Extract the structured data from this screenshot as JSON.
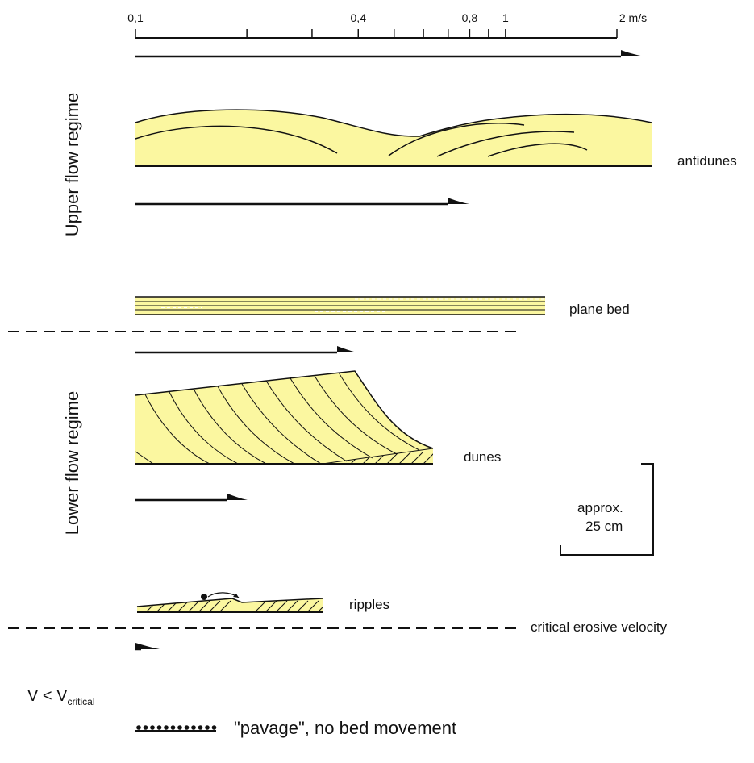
{
  "velocity_scale": {
    "unit": "m/s",
    "ticks": [
      {
        "value": 0.1,
        "label": "0,1"
      },
      {
        "value": 0.2,
        "label": ""
      },
      {
        "value": 0.3,
        "label": ""
      },
      {
        "value": 0.4,
        "label": "0,4"
      },
      {
        "value": 0.5,
        "label": ""
      },
      {
        "value": 0.6,
        "label": ""
      },
      {
        "value": 0.7,
        "label": ""
      },
      {
        "value": 0.8,
        "label": "0,8"
      },
      {
        "value": 0.9,
        "label": ""
      },
      {
        "value": 1,
        "label": "1"
      },
      {
        "value": 2,
        "label": "2 m/s"
      }
    ]
  },
  "regimes": {
    "upper": "Upper flow regime",
    "lower": "Lower flow regime"
  },
  "bedforms": {
    "antidunes": "antidunes",
    "plane_bed": "plane bed",
    "dunes": "dunes",
    "ripples": "ripples"
  },
  "critical_line_label": "critical erosive velocity",
  "scale_bar": {
    "line1": "approx.",
    "line2": "25 cm"
  },
  "v_condition": {
    "main": "V < V",
    "sub": "critical"
  },
  "pavage_label": "\"pavage\", no bed movement",
  "colors": {
    "sediment": "#fbf7a0",
    "line": "#111111"
  }
}
